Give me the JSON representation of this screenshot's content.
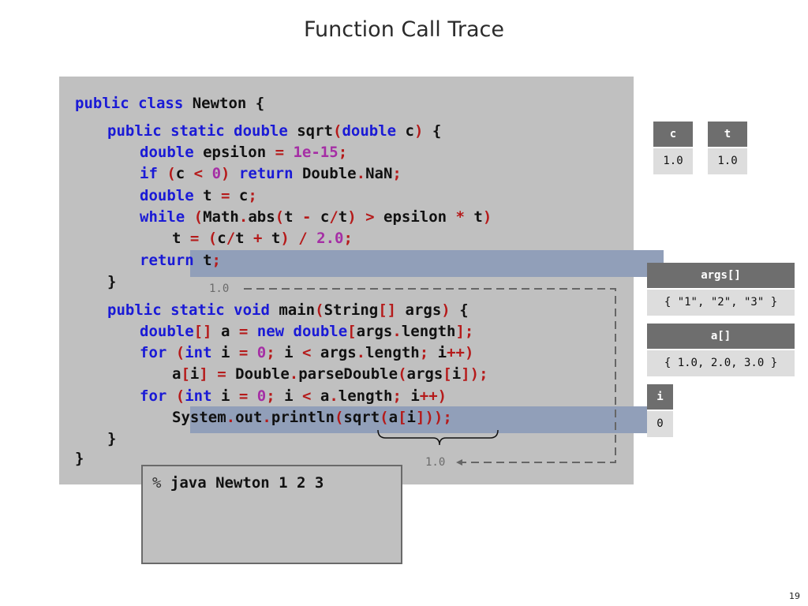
{
  "slide": {
    "title": "Function Call Trace",
    "page_number": "19"
  },
  "code": {
    "l1": {
      "a": "public class",
      "b": " Newton {"
    },
    "l2": {
      "a": "public static double",
      "b": " sqrt",
      "c": "(",
      "d": "double",
      "e": " c",
      "f": ")",
      "g": " {"
    },
    "l3": {
      "a": "double",
      "b": " epsilon ",
      "c": "=",
      "d": " 1e-15",
      "e": ";"
    },
    "l4": {
      "a": "if",
      "b": " (",
      "c": "c ",
      "d": "<",
      "e": " 0",
      "f": ")",
      "g": " return",
      "h": " Double",
      "i": ".",
      "j": "NaN",
      "k": ";"
    },
    "l5": {
      "a": "double",
      "b": " t ",
      "c": "=",
      "d": " c",
      "e": ";"
    },
    "l6": {
      "a": "while",
      "b": " (",
      "c": "Math",
      "d": ".",
      "e": "abs",
      "f": "(",
      "g": "t ",
      "h": "-",
      "i": " c",
      "j": "/",
      "k": "t",
      "l": ")",
      "m": " >",
      "n": " epsilon ",
      "o": "*",
      "p": " t",
      "q": ")"
    },
    "l7": {
      "a": "t ",
      "b": "=",
      "c": " (",
      "d": "c",
      "e": "/",
      "f": "t ",
      "g": "+",
      "h": " t",
      "i": ")",
      "j": " /",
      "k": " 2.0",
      "l": ";"
    },
    "l8": {
      "a": "return",
      "b": " t",
      "c": ";"
    },
    "l9": {
      "a": "}"
    },
    "l10": {
      "a": "public static void",
      "b": " main",
      "c": "(",
      "d": "String",
      "e": "[]",
      "f": " args",
      "g": ")",
      "h": " {"
    },
    "l11": {
      "a": "double",
      "b": "[]",
      "c": " a ",
      "d": "=",
      "e": " new double",
      "f": "[",
      "g": "args",
      "h": ".",
      "i": "length",
      "j": "]",
      "k": ";"
    },
    "l12": {
      "a": "for",
      "b": " (",
      "c": "int",
      "d": " i ",
      "e": "=",
      "f": " 0",
      "g": ";",
      "h": " i ",
      "i": "<",
      "j": " args",
      "k": ".",
      "l": "length",
      "m": ";",
      "n": " i",
      "o": "++",
      "p": ")"
    },
    "l13": {
      "a": "a",
      "b": "[",
      "c": "i",
      "d": "]",
      "e": " =",
      "f": " Double",
      "g": ".",
      "h": "parseDouble",
      "i": "(",
      "j": "args",
      "k": "[",
      "l": "i",
      "m": "])",
      "n": ";"
    },
    "l14": {
      "a": "for",
      "b": " (",
      "c": "int",
      "d": " i ",
      "e": "=",
      "f": " 0",
      "g": ";",
      "h": " i ",
      "i": "<",
      "j": " a",
      "k": ".",
      "l": "length",
      "m": ";",
      "n": " i",
      "o": "++",
      "p": ")"
    },
    "l15": {
      "a": "System",
      "b": ".",
      "c": "out",
      "d": ".",
      "e": "println",
      "f": "(",
      "g": "sqrt",
      "h": "(",
      "i": "a",
      "j": "[",
      "k": "i",
      "l": "]",
      "m": "))",
      "n": ";"
    },
    "l16": {
      "a": "}"
    },
    "l17": {
      "a": "}"
    }
  },
  "trace": {
    "return_value_label": "1.0",
    "arg_value_label": "1.0"
  },
  "console": {
    "prompt": "%",
    "command": " java Newton 1 2 3"
  },
  "variables": {
    "c": {
      "name": "c",
      "value": "1.0"
    },
    "t": {
      "name": "t",
      "value": "1.0"
    },
    "args": {
      "name": "args[]",
      "value": "{ \"1\", \"2\", \"3\" }"
    },
    "a": {
      "name": "a[]",
      "value": "{ 1.0, 2.0, 3.0 }"
    },
    "i": {
      "name": "i",
      "value": "0"
    }
  },
  "colors": {
    "keyword": "#1a1ad6",
    "operator": "#b51a1a",
    "number": "#a52ea5",
    "highlight": "#919fb9",
    "panel": "#c0c0c0"
  }
}
